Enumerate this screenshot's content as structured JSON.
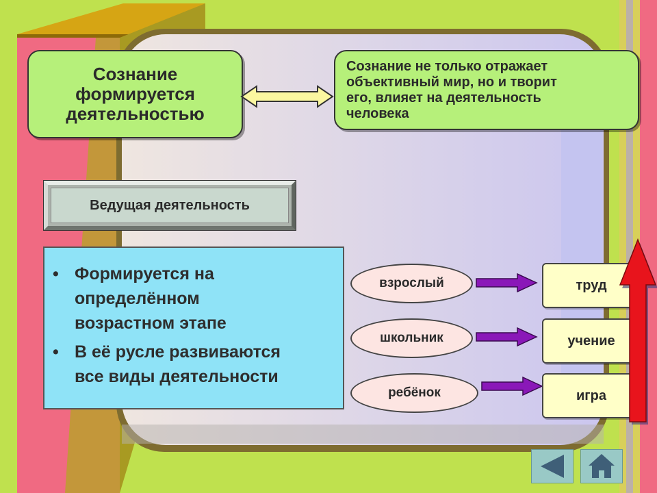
{
  "colors": {
    "background": "#bfe14e",
    "green_box": "#b6f07a",
    "blue_box": "#8fe3f7",
    "oval_fill": "#fde5e2",
    "activity_fill": "#ffffc8",
    "red_arrow": "#e8141c",
    "purple_arrow": "#8a18b8"
  },
  "top": {
    "left_box": "Сознание формируется деятельностью",
    "connector_icon": "double-arrow-icon",
    "right_box_lines": [
      "Сознание не только отражает",
      "объективный мир, но и творит",
      "его, влияет на деятельность",
      "человека"
    ]
  },
  "leading": {
    "label": "Ведущая деятельность"
  },
  "bullets": [
    {
      "line1": "Формируется на",
      "line2": "определённом",
      "line3": "возрастном этапе"
    },
    {
      "line1": "В её русле развиваются",
      "line2": "все виды деятельности"
    }
  ],
  "stages": [
    {
      "who": "взрослый",
      "activity": "труд"
    },
    {
      "who": "школьник",
      "activity": "учение"
    },
    {
      "who": "ребёнок",
      "activity": "игра"
    }
  ],
  "nav": {
    "back_icon": "back-triangle-icon",
    "home_icon": "home-icon"
  }
}
